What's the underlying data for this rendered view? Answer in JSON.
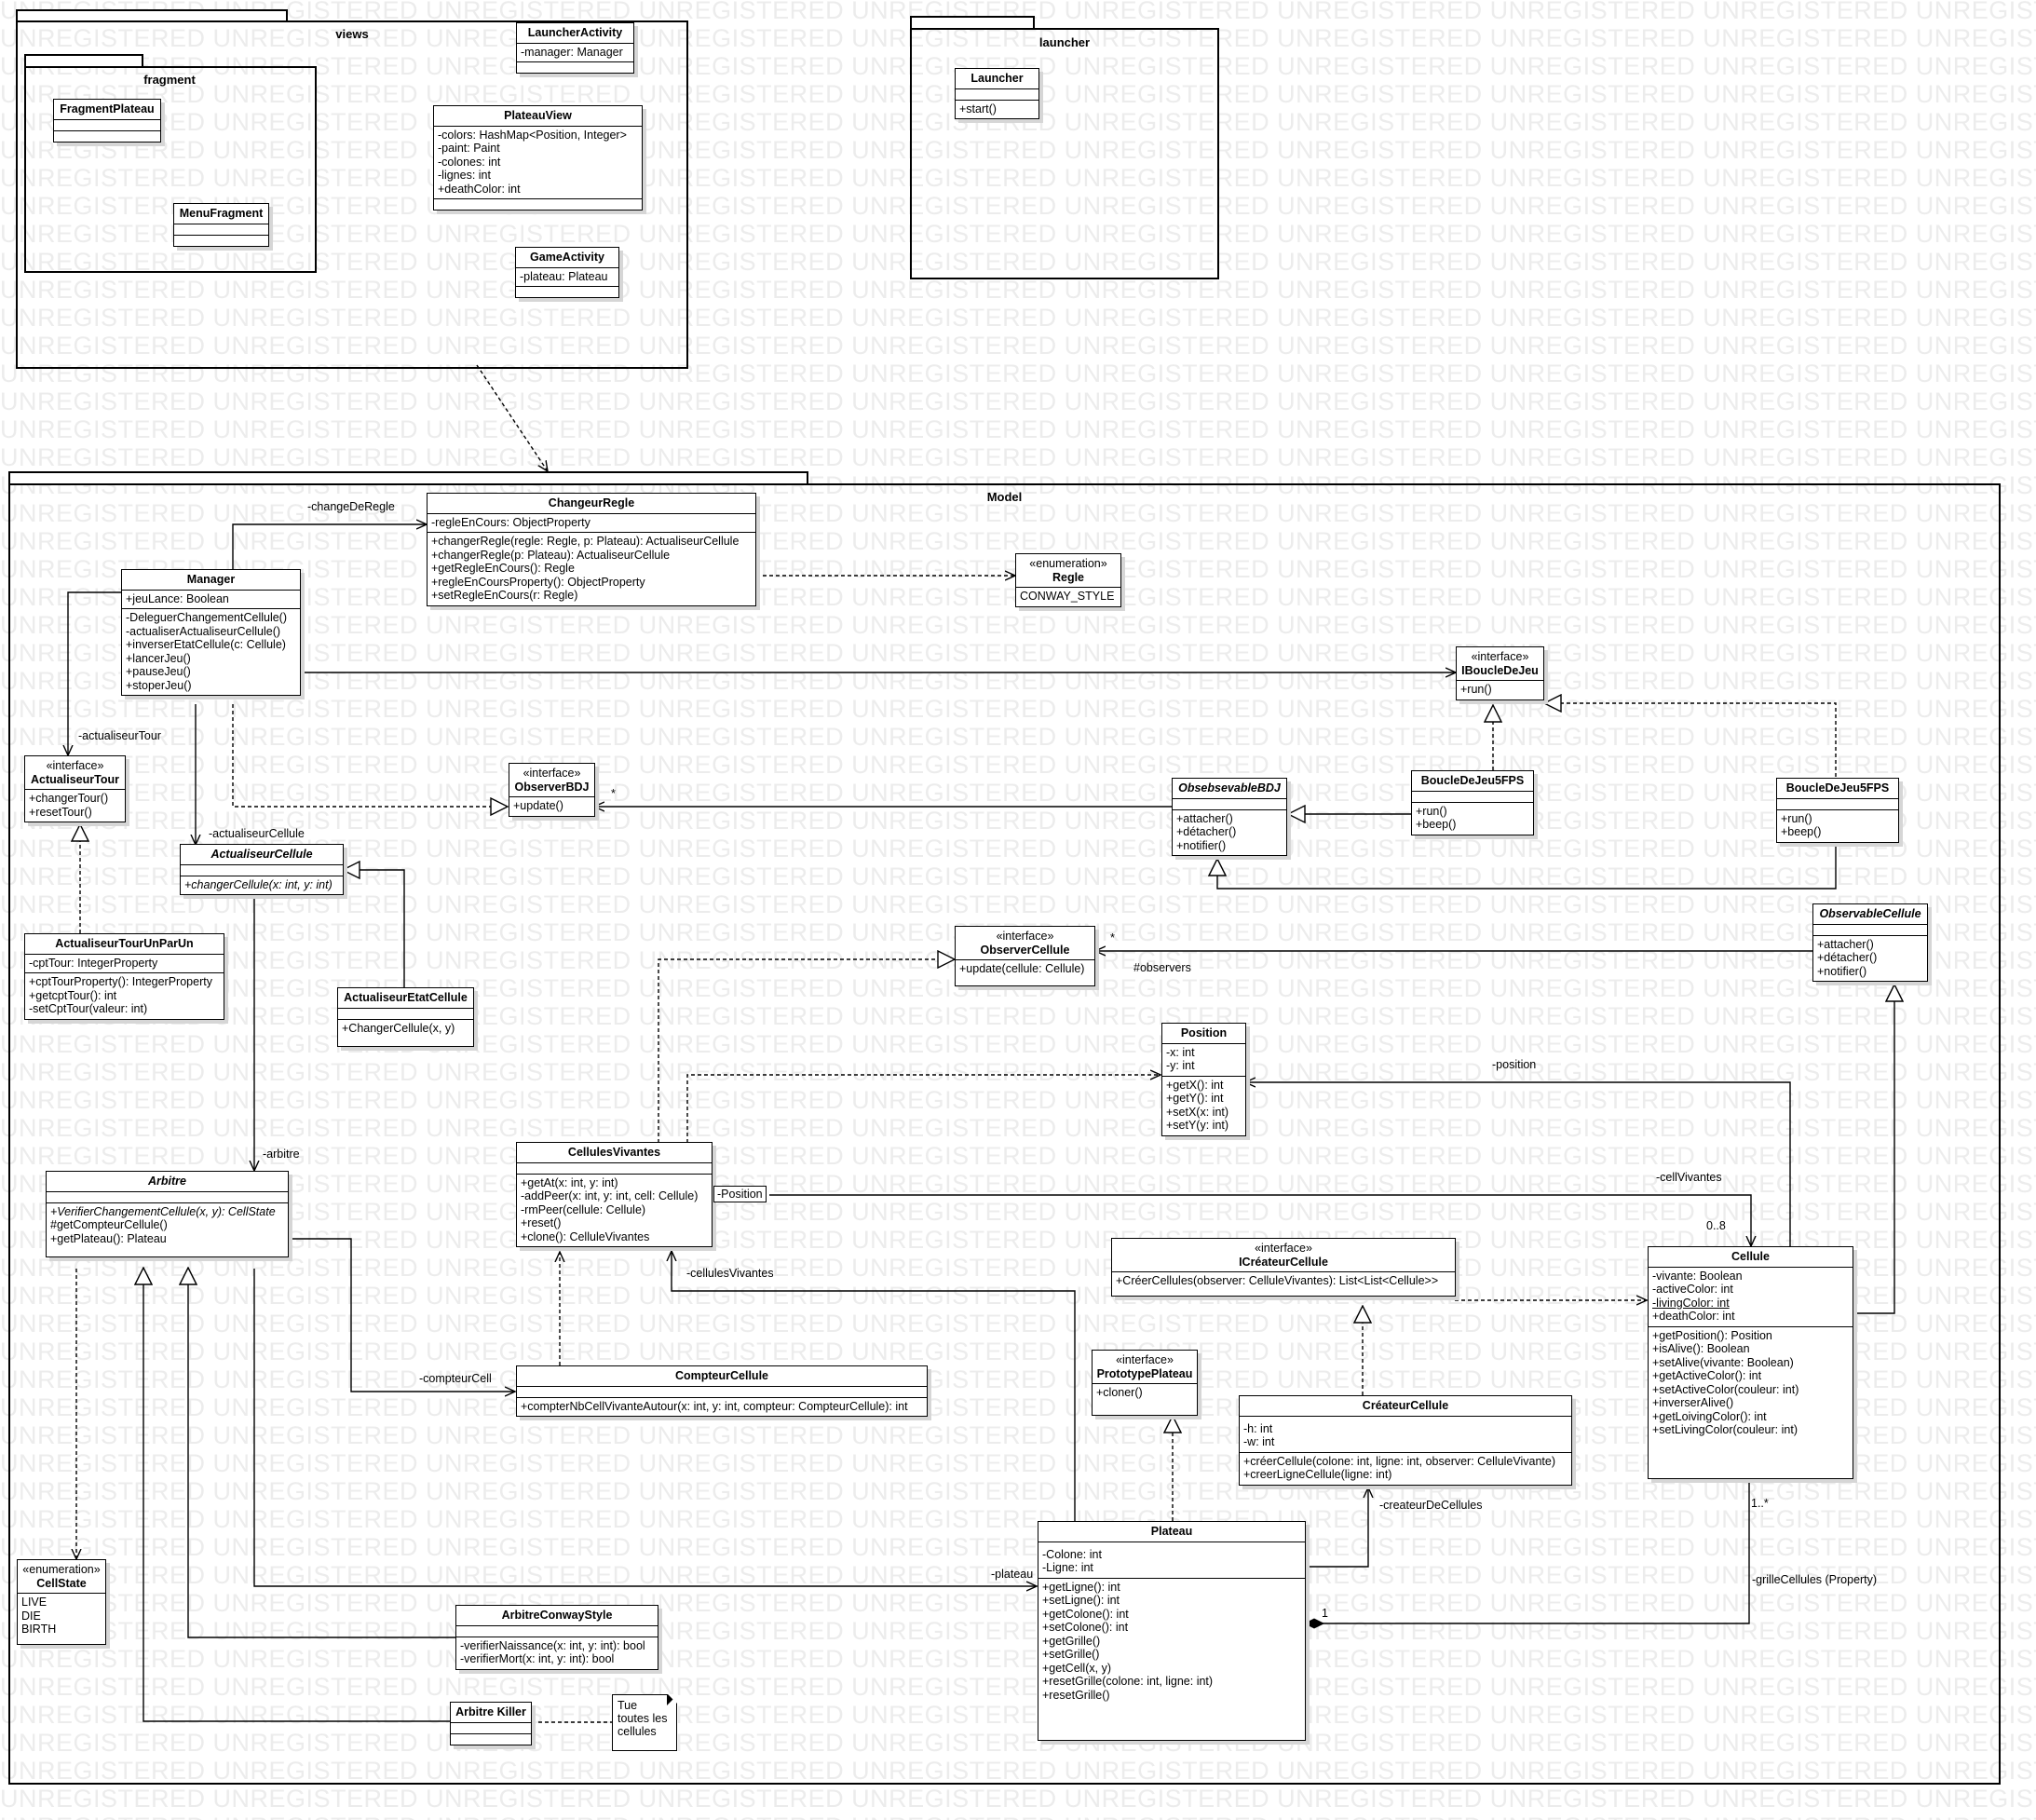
{
  "watermark": "UNREGISTERED",
  "packages": {
    "views": "views",
    "fragment": "fragment",
    "launcher": "launcher",
    "model": "Model"
  },
  "classes": {
    "launcher_activity": {
      "name": "LauncherActivity",
      "attrs": [
        "-manager: Manager"
      ]
    },
    "fragment_plateau": {
      "name": "FragmentPlateau"
    },
    "menu_fragment": {
      "name": "MenuFragment"
    },
    "plateau_view": {
      "name": "PlateauView",
      "attrs": [
        "-colors: HashMap<Position, Integer>",
        "-paint: Paint",
        "-colones: int",
        "-lignes: int",
        "+deathColor: int"
      ]
    },
    "game_activity": {
      "name": "GameActivity",
      "attrs": [
        "-plateau: Plateau"
      ]
    },
    "launcher": {
      "name": "Launcher",
      "methods": [
        "+start()"
      ]
    },
    "changeur_regle": {
      "name": "ChangeurRegle",
      "attrs": [
        "-regleEnCours: ObjectProperty"
      ],
      "methods": [
        "+changerRegle(regle: Regle, p: Plateau): ActualiseurCellule",
        "+changerRegle(p: Plateau): ActualiseurCellule",
        "+getRegleEnCours(): Regle",
        "+regleEnCoursProperty(): ObjectProperty",
        "+setRegleEnCours(r: Regle)"
      ]
    },
    "regle": {
      "stereo": "«enumeration»",
      "name": "Regle",
      "values": [
        "CONWAY_STYLE"
      ]
    },
    "manager": {
      "name": "Manager",
      "attrs": [
        "+jeuLance: Boolean"
      ],
      "methods": [
        "-DeleguerChangementCellule()",
        "-actualiserActualiseurCellule()",
        "+inverserEtatCellule(c: Cellule)",
        "+lancerJeu()",
        "+pauseJeu()",
        "+stoperJeu()"
      ]
    },
    "iboucle": {
      "stereo": "«interface»",
      "name": "IBoucleDeJeu",
      "methods": [
        "+run()"
      ]
    },
    "actualiseur_tour": {
      "stereo": "«interface»",
      "name": "ActualiseurTour",
      "methods": [
        "+changerTour()",
        "+resetTour()"
      ]
    },
    "observer_bdj": {
      "stereo": "«interface»",
      "name": "ObserverBDJ",
      "methods": [
        "+update()"
      ]
    },
    "obsebsevable_bdj": {
      "name": "ObsebsevableBDJ",
      "methods": [
        "+attacher()",
        "+détacher()",
        "+notifier()"
      ]
    },
    "boucle_a": {
      "name": "BoucleDeJeu5FPS",
      "methods": [
        "+run()",
        "+beep()"
      ]
    },
    "boucle_b": {
      "name": "BoucleDeJeu5FPS",
      "methods": [
        "+run()",
        "+beep()"
      ]
    },
    "actualiseur_cellule": {
      "name": "ActualiseurCellule",
      "methods": [
        "+changerCellule(x: int, y: int)"
      ]
    },
    "actualiseur_tour_unparun": {
      "name": "ActualiseurTourUnParUn",
      "attrs": [
        "-cptTour: IntegerProperty"
      ],
      "methods": [
        "+cptTourProperty(): IntegerProperty",
        "+getcptTour(): int",
        "-setCptTour(valeur: int)"
      ]
    },
    "actualiseur_etat_cellule": {
      "name": "ActualiseurEtatCellule",
      "methods": [
        "+ChangerCellule(x, y)"
      ]
    },
    "observer_cellule": {
      "stereo": "«interface»",
      "name": "ObserverCellule",
      "methods": [
        "+update(cellule: Cellule)"
      ]
    },
    "observable_cellule": {
      "name": "ObservableCellule",
      "methods": [
        "+attacher()",
        "+détacher()",
        "+notifier()"
      ]
    },
    "position": {
      "name": "Position",
      "attrs": [
        "-x: int",
        "-y: int"
      ],
      "methods": [
        "+getX(): int",
        "+getY(): int",
        "+setX(x: int)",
        "+setY(y: int)"
      ]
    },
    "cellules_vivantes": {
      "name": "CellulesVivantes",
      "methods": [
        "+getAt(x: int, y: int)",
        "-addPeer(x: int, y: int, cell: Cellule)",
        "-rmPeer(cellule: Cellule)",
        "+reset()",
        "+clone(): CelluleVivantes"
      ]
    },
    "arbitre": {
      "name": "Arbitre",
      "methods": [
        "+VerifierChangementCellule(x, y): CellState",
        "#getCompteurCellule()",
        "+getPlateau(): Plateau"
      ]
    },
    "icreateur": {
      "stereo": "«interface»",
      "name": "ICréateurCellule",
      "methods": [
        "+CréerCellules(observer: CelluleVivantes): List<List<Cellule>>"
      ]
    },
    "cellule": {
      "name": "Cellule",
      "attrs": [
        "-vivante: Boolean",
        "-activeColor: int",
        "-livingColor: int",
        "+deathColor: int"
      ],
      "methods": [
        "+getPosition(): Position",
        "+isAlive(): Boolean",
        "+setAlive(vivante: Boolean)",
        "+getActiveColor(): int",
        "+setActiveColor(couleur: int)",
        "+inverserAlive()",
        "+getLoivingColor(): int",
        "+setLivingColor(couleur: int)"
      ]
    },
    "compteur_cellule": {
      "name": "CompteurCellule",
      "methods": [
        "+compterNbCellVivanteAutour(x: int, y: int, compteur: CompteurCellule): int"
      ]
    },
    "prototype_plateau": {
      "stereo": "«interface»",
      "name": "PrototypePlateau",
      "methods": [
        "+cloner()"
      ]
    },
    "createur_cellule": {
      "name": "CréateurCellule",
      "attrs": [
        "-h: int",
        "-w: int"
      ],
      "methods": [
        "+créerCellule(colone: int, ligne: int, observer: CelluleVivante)",
        "+creerLigneCellule(ligne: int)"
      ]
    },
    "cellstate": {
      "stereo": "«enumeration»",
      "name": "CellState",
      "values": [
        "LIVE",
        "DIE",
        "BIRTH"
      ]
    },
    "plateau": {
      "name": "Plateau",
      "attrs": [
        "-Colone: int",
        "-Ligne: int"
      ],
      "methods": [
        "+getLigne(): int",
        "+setLigne(): int",
        "+getColone(): int",
        "+setColone(): int",
        "+getGrille()",
        "+setGrille()",
        "+getCell(x, y)",
        "+resetGrille(colone: int, ligne: int)",
        "+resetGrille()"
      ]
    },
    "arbitre_conway": {
      "name": "ArbitreConwayStyle",
      "methods": [
        "-verifierNaissance(x: int, y: int): bool",
        "-verifierMort(x: int, y: int): bool"
      ]
    },
    "arbitre_killer": {
      "name": "Arbitre Killer"
    }
  },
  "note": {
    "lines": [
      "Tue",
      "toutes les",
      "cellules"
    ]
  },
  "labels": {
    "changeur_de_regle": "-changeDeRegle",
    "actualiseur_tour": "-actualiseurTour",
    "actualiseur_cellule": "-actualiseurCellule",
    "arbitre": "-arbitre",
    "star_bdj": "*",
    "star_cell": "*",
    "observers": "#observers",
    "position": "-position",
    "cell_vivantes": "-cellVivantes",
    "mult_0_8": "0..8",
    "position_box": "-Position",
    "cellules_vivantes": "-cellulesVivantes",
    "compteur_cell": "-compteurCell",
    "createur_de_cellules": "-createurDeCellules",
    "plateau": "-plateau",
    "mult_1_star": "1..*",
    "grille_cellules": "-grilleCellules (Property)",
    "mult_1": "1"
  }
}
